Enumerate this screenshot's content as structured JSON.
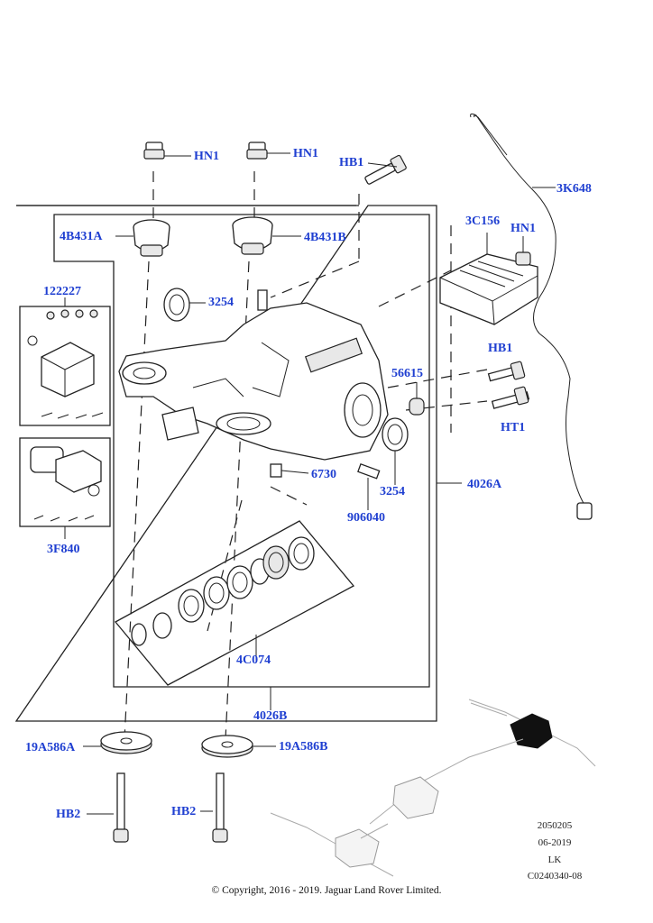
{
  "callouts": {
    "hn1_left": "HN1",
    "hn1_mid": "HN1",
    "hb1_top": "HB1",
    "k3k648": "3K648",
    "c3c156": "3C156",
    "hn1_right": "HN1",
    "b4b431a": "4B431A",
    "b4b431b": "4B431B",
    "n122227": "122227",
    "n3254_top": "3254",
    "n56615": "56615",
    "hb1_right": "HB1",
    "ht1": "HT1",
    "n6730": "6730",
    "n3254_bot": "3254",
    "a4026a": "4026A",
    "n906040": "906040",
    "f3f840": "3F840",
    "c4c074": "4C074",
    "b4026b": "4026B",
    "a19a586a": "19A586A",
    "b19a586b": "19A586B",
    "hb2_left": "HB2",
    "hb2_mid": "HB2"
  },
  "meta": {
    "code": "2050205",
    "date": "06-2019",
    "initials": "LK",
    "ref": "C0240340-08"
  },
  "copyright": "© Copyright, 2016 - 2019. Jaguar Land Rover Limited."
}
